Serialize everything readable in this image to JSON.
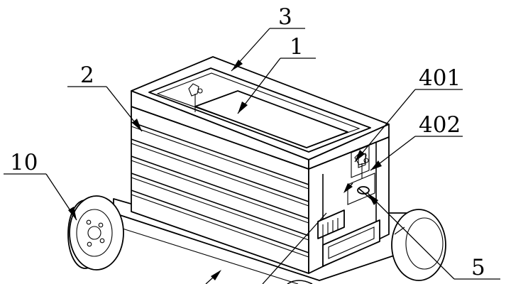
{
  "figure": {
    "labels": {
      "lid_frame": "3",
      "tray": "1",
      "box_body": "2",
      "wheel": "10",
      "part_401": "401",
      "part_402": "402",
      "part_5": "5"
    },
    "colors": {
      "ink": "#000000",
      "paper": "#ffffff"
    }
  }
}
